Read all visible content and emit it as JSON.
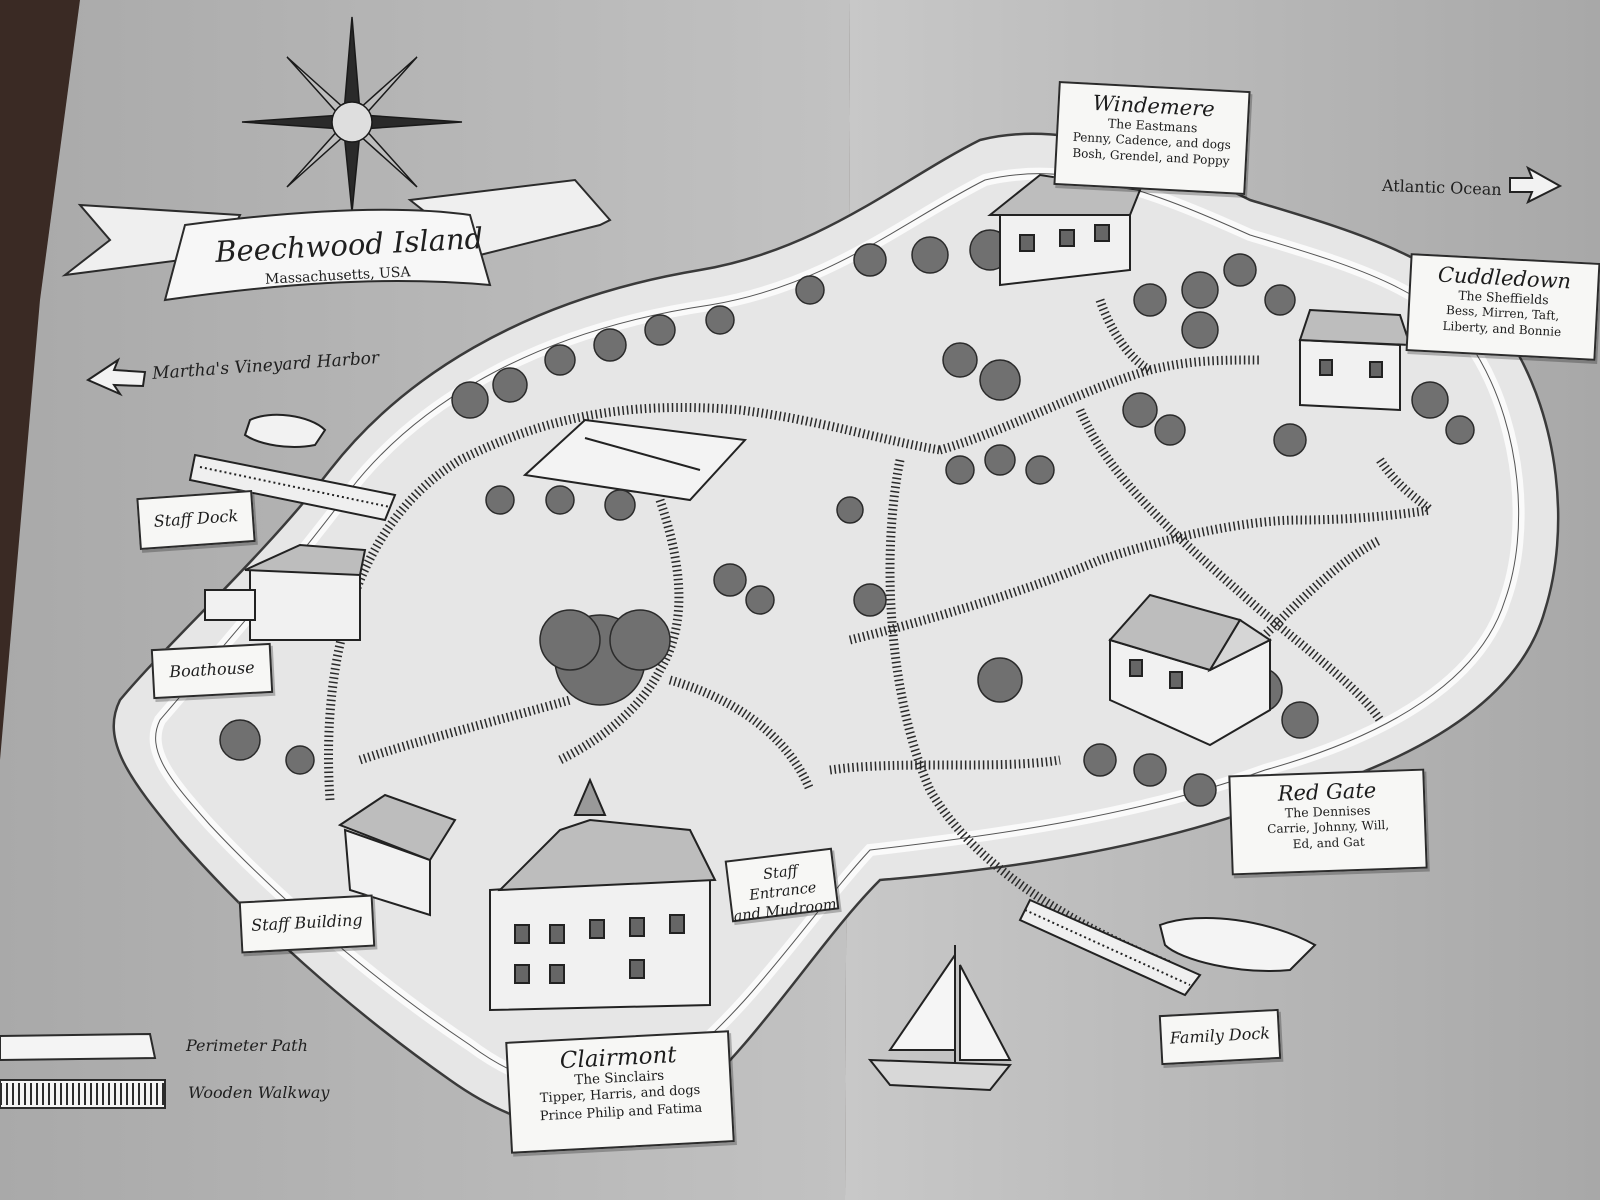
{
  "title": {
    "name": "Beechwood Island",
    "location": "Massachusetts, USA"
  },
  "directions": {
    "west": "Martha's Vineyard Harbor",
    "east": "Atlantic Ocean"
  },
  "houses": [
    {
      "id": "windemere",
      "name": "Windemere",
      "family": "The Eastmans",
      "residents": [
        "Penny, Cadence, and dogs",
        "Bosh, Grendel, and Poppy"
      ]
    },
    {
      "id": "cuddledown",
      "name": "Cuddledown",
      "family": "The Sheffields",
      "residents": [
        "Bess, Mirren, Taft,",
        "Liberty, and Bonnie"
      ]
    },
    {
      "id": "red-gate",
      "name": "Red Gate",
      "family": "The Dennises",
      "residents": [
        "Carrie, Johnny, Will,",
        "Ed, and Gat"
      ]
    },
    {
      "id": "clairmont",
      "name": "Clairmont",
      "family": "The Sinclairs",
      "residents": [
        "Tipper, Harris, and dogs",
        "Prince Philip and Fatima"
      ]
    }
  ],
  "places": {
    "staff_dock": "Staff Dock",
    "boathouse": "Boathouse",
    "staff_building": "Staff Building",
    "staff_entrance_1": "Staff Entrance",
    "staff_entrance_2": "and Mudroom",
    "family_dock": "Family Dock"
  },
  "legend": [
    {
      "id": "perimeter",
      "label": "Perimeter Path"
    },
    {
      "id": "walkway",
      "label": "Wooden Walkway"
    }
  ],
  "colors": {
    "paper": "#b4b4b4",
    "island": "#dcdcdc",
    "ink": "#1c1c1c",
    "tree": "#6a6a6a"
  }
}
